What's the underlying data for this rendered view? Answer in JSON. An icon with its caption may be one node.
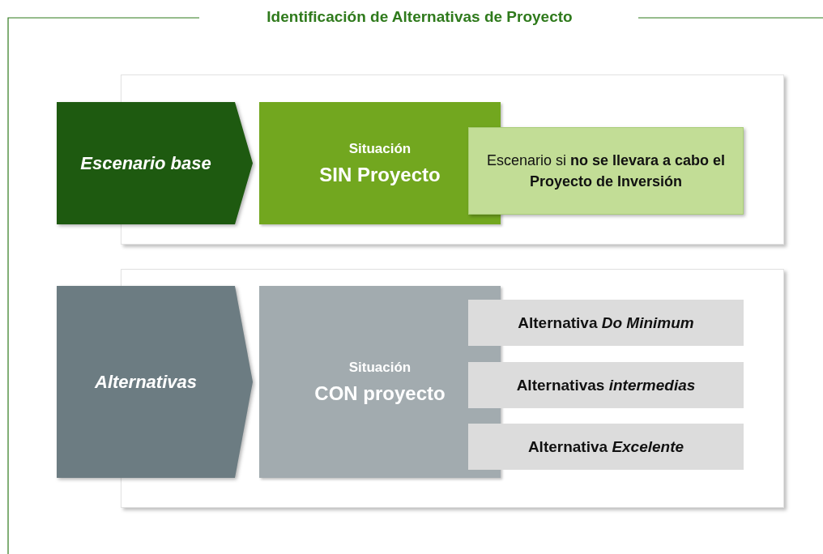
{
  "diagram": {
    "title": "Identificación de Alternativas de Proyecto",
    "nodes": [
      {
        "text": [],
        "shape": "box"
      },
      {
        "text": [
          "Escenario base"
        ]
      },
      {
        "text": [
          "Situación",
          "SIN Proyecto"
        ],
        "in": 0
      },
      {
        "text": [
          "Escenario si **no se llevara a cabo el Proyecto de Inversión**"
        ],
        "in": 0
      },
      {
        "text": [],
        "shape": "box"
      },
      {
        "text": [
          "Alternativas"
        ]
      },
      {
        "text": [
          "Situación",
          "CON proyecto"
        ],
        "in": 4
      },
      {
        "text": [
          "Alternativa *Do Minimum*"
        ],
        "in": 4
      },
      {
        "text": [
          "Alternativas *intermedias*"
        ],
        "in": 4
      },
      {
        "text": [
          "Alternativa *Excelente*"
        ],
        "in": 4
      }
    ],
    "edges": []
  }
}
